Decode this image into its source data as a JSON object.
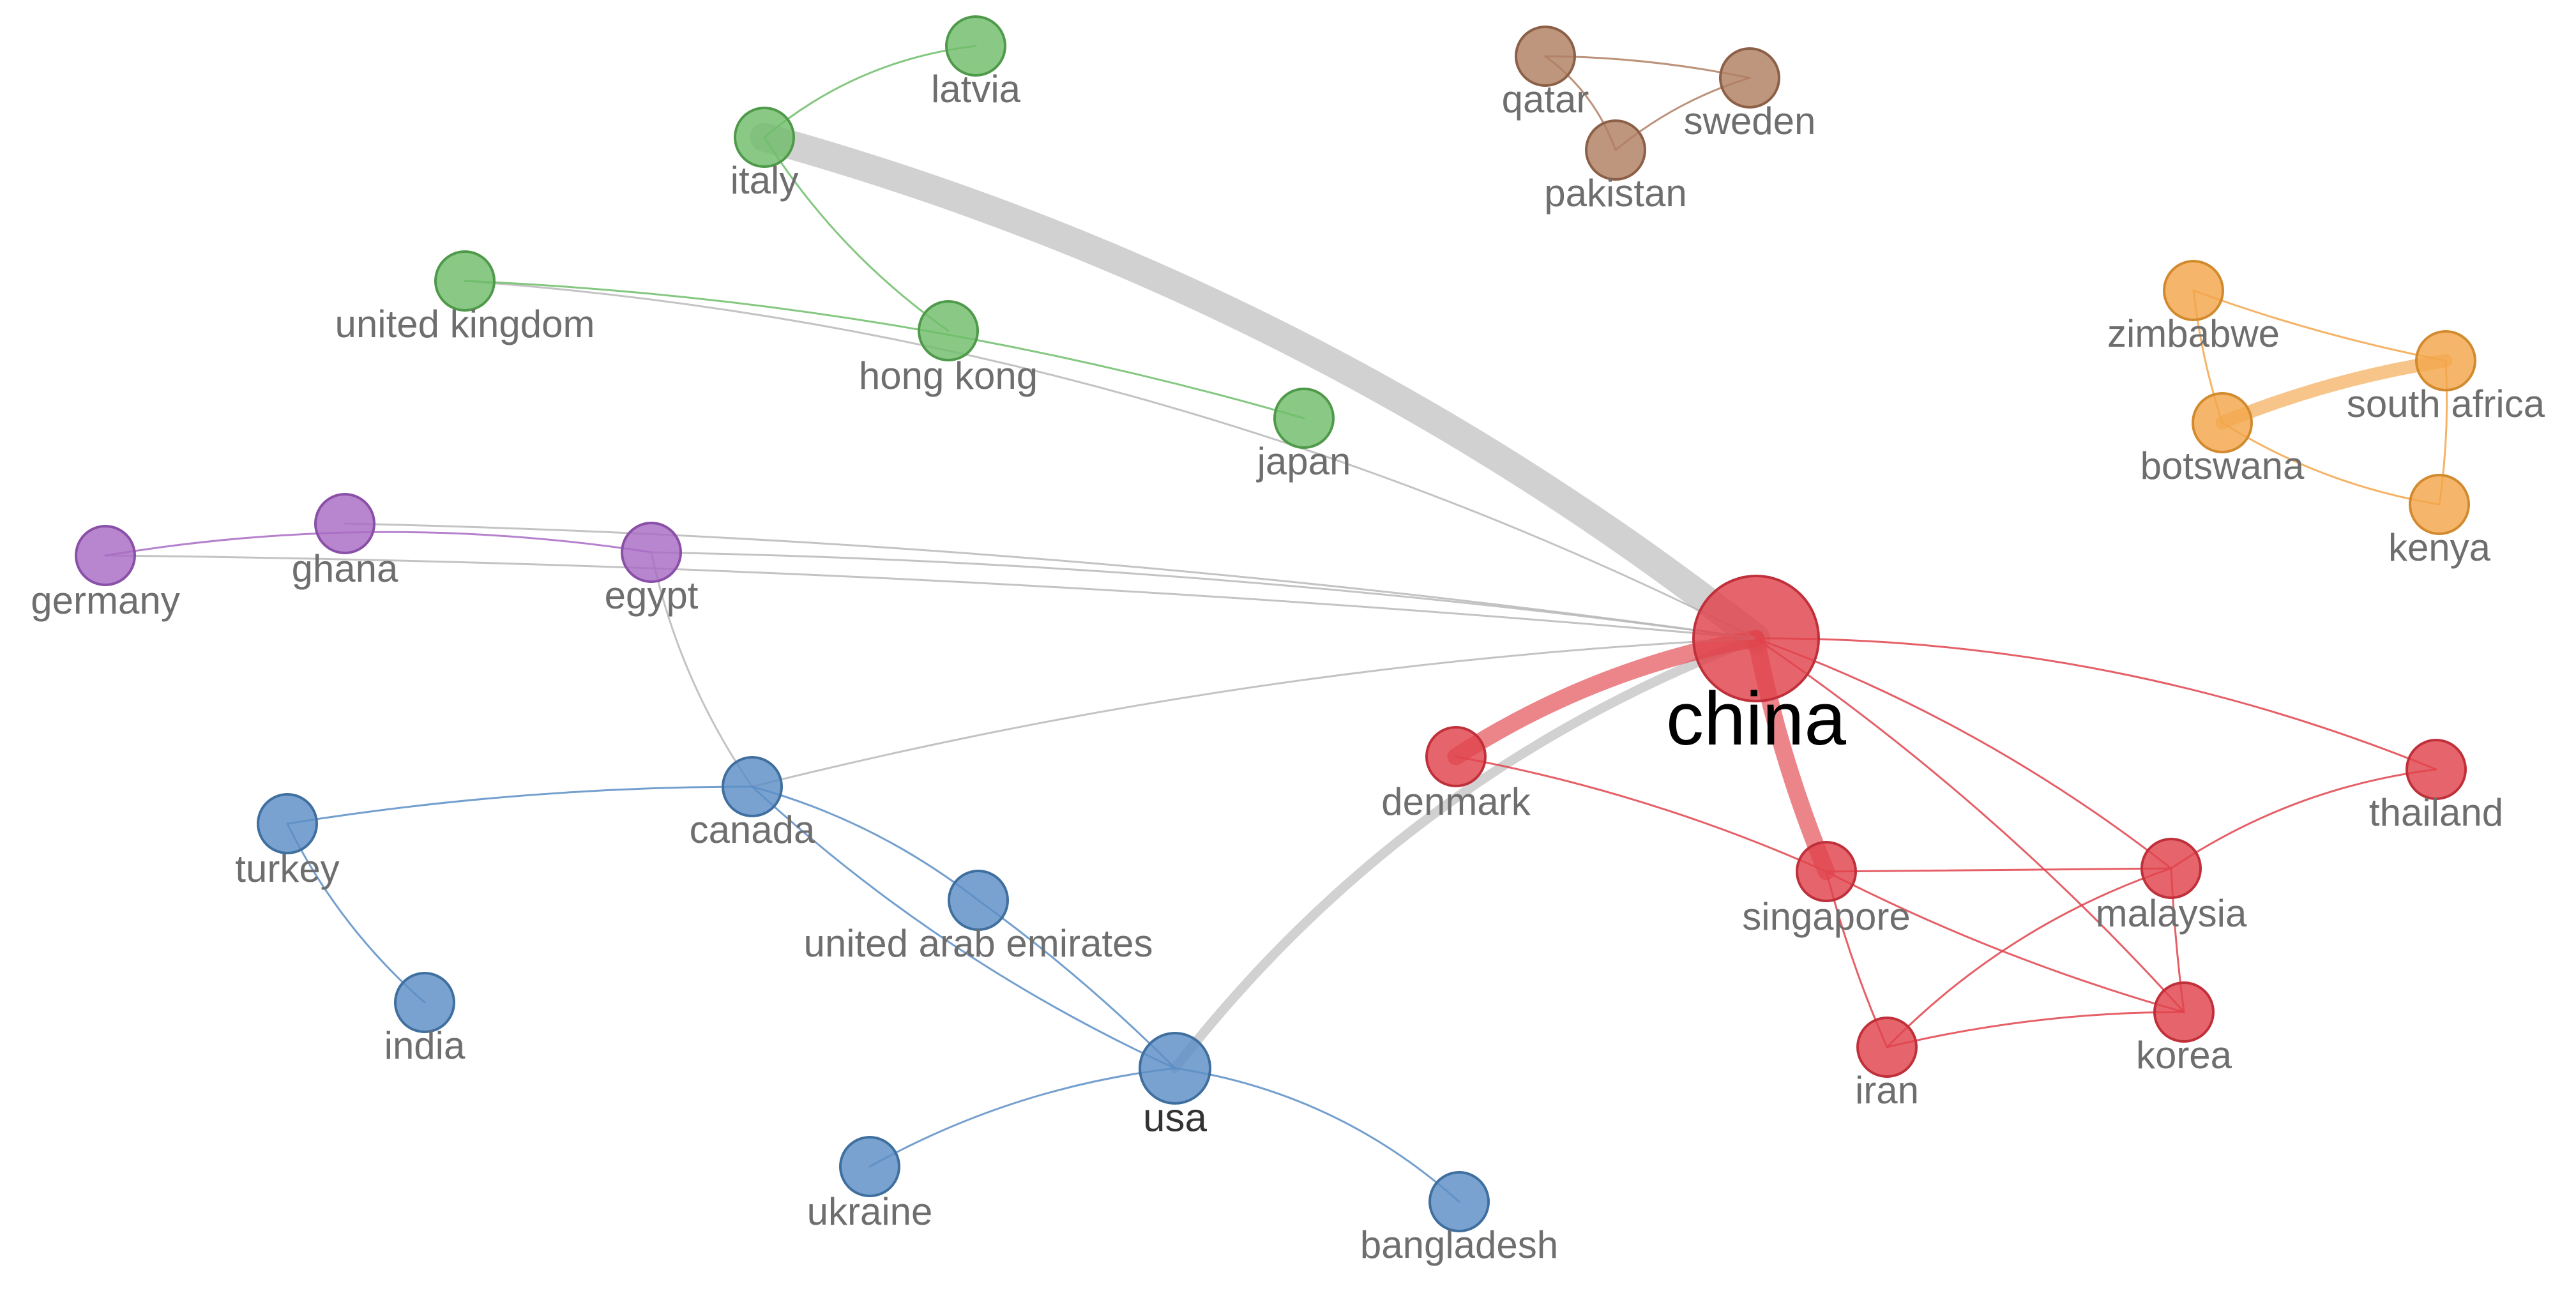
{
  "diagram": {
    "type": "co-authorship-network",
    "clusters": [
      {
        "id": "red",
        "color": "#e0434c",
        "stroke": "#c0303a"
      },
      {
        "id": "green",
        "color": "#6fbd6a",
        "stroke": "#4f9a4a"
      },
      {
        "id": "blue",
        "color": "#5b8ec6",
        "stroke": "#3f6f9f"
      },
      {
        "id": "purple",
        "color": "#a86bc4",
        "stroke": "#8a4fa6"
      },
      {
        "id": "brown",
        "color": "#b07f62",
        "stroke": "#8c6047"
      },
      {
        "id": "orange",
        "color": "#f3a64b",
        "stroke": "#d28a2e"
      }
    ],
    "nodes": [
      {
        "id": "china",
        "label": "china",
        "cluster": "red",
        "weight": 5
      },
      {
        "id": "denmark",
        "label": "denmark",
        "cluster": "red",
        "weight": 1
      },
      {
        "id": "singapore",
        "label": "singapore",
        "cluster": "red",
        "weight": 1
      },
      {
        "id": "malaysia",
        "label": "malaysia",
        "cluster": "red",
        "weight": 1
      },
      {
        "id": "thailand",
        "label": "thailand",
        "cluster": "red",
        "weight": 1
      },
      {
        "id": "korea",
        "label": "korea",
        "cluster": "red",
        "weight": 1
      },
      {
        "id": "iran",
        "label": "iran",
        "cluster": "red",
        "weight": 1
      },
      {
        "id": "italy",
        "label": "italy",
        "cluster": "green",
        "weight": 1
      },
      {
        "id": "latvia",
        "label": "latvia",
        "cluster": "green",
        "weight": 1
      },
      {
        "id": "united_kingdom",
        "label": "united kingdom",
        "cluster": "green",
        "weight": 1
      },
      {
        "id": "hong_kong",
        "label": "hong kong",
        "cluster": "green",
        "weight": 1
      },
      {
        "id": "japan",
        "label": "japan",
        "cluster": "green",
        "weight": 1
      },
      {
        "id": "germany",
        "label": "germany",
        "cluster": "purple",
        "weight": 1
      },
      {
        "id": "ghana",
        "label": "ghana",
        "cluster": "purple",
        "weight": 1
      },
      {
        "id": "egypt",
        "label": "egypt",
        "cluster": "purple",
        "weight": 1
      },
      {
        "id": "turkey",
        "label": "turkey",
        "cluster": "blue",
        "weight": 1
      },
      {
        "id": "canada",
        "label": "canada",
        "cluster": "blue",
        "weight": 1
      },
      {
        "id": "uae",
        "label": "united arab emirates",
        "cluster": "blue",
        "weight": 1
      },
      {
        "id": "india",
        "label": "india",
        "cluster": "blue",
        "weight": 1
      },
      {
        "id": "usa",
        "label": "usa",
        "cluster": "blue",
        "weight": 1.2,
        "emphasis": true
      },
      {
        "id": "ukraine",
        "label": "ukraine",
        "cluster": "blue",
        "weight": 1
      },
      {
        "id": "bangladesh",
        "label": "bangladesh",
        "cluster": "blue",
        "weight": 1
      },
      {
        "id": "qatar",
        "label": "qatar",
        "cluster": "brown",
        "weight": 1
      },
      {
        "id": "sweden",
        "label": "sweden",
        "cluster": "brown",
        "weight": 1
      },
      {
        "id": "pakistan",
        "label": "pakistan",
        "cluster": "brown",
        "weight": 1
      },
      {
        "id": "zimbabwe",
        "label": "zimbabwe",
        "cluster": "orange",
        "weight": 1
      },
      {
        "id": "south_africa",
        "label": "south africa",
        "cluster": "orange",
        "weight": 1
      },
      {
        "id": "botswana",
        "label": "botswana",
        "cluster": "orange",
        "weight": 1
      },
      {
        "id": "kenya",
        "label": "kenya",
        "cluster": "orange",
        "weight": 1
      }
    ],
    "edges": [
      {
        "source": "china",
        "target": "italy",
        "strength": 8,
        "cluster": "gray"
      },
      {
        "source": "china",
        "target": "usa",
        "strength": 3,
        "cluster": "gray"
      },
      {
        "source": "china",
        "target": "denmark",
        "strength": 5,
        "cluster": "red"
      },
      {
        "source": "china",
        "target": "singapore",
        "strength": 5,
        "cluster": "red"
      },
      {
        "source": "china",
        "target": "united_kingdom",
        "strength": 1,
        "cluster": "gray"
      },
      {
        "source": "china",
        "target": "egypt",
        "strength": 1,
        "cluster": "gray"
      },
      {
        "source": "china",
        "target": "ghana",
        "strength": 1,
        "cluster": "gray"
      },
      {
        "source": "china",
        "target": "germany",
        "strength": 1,
        "cluster": "gray"
      },
      {
        "source": "china",
        "target": "canada",
        "strength": 1,
        "cluster": "gray"
      },
      {
        "source": "china",
        "target": "thailand",
        "strength": 1,
        "cluster": "red"
      },
      {
        "source": "china",
        "target": "malaysia",
        "strength": 1,
        "cluster": "red"
      },
      {
        "source": "china",
        "target": "korea",
        "strength": 1,
        "cluster": "red"
      },
      {
        "source": "denmark",
        "target": "singapore",
        "strength": 1,
        "cluster": "red"
      },
      {
        "source": "singapore",
        "target": "malaysia",
        "strength": 1,
        "cluster": "red"
      },
      {
        "source": "singapore",
        "target": "korea",
        "strength": 1,
        "cluster": "red"
      },
      {
        "source": "singapore",
        "target": "iran",
        "strength": 1,
        "cluster": "red"
      },
      {
        "source": "malaysia",
        "target": "thailand",
        "strength": 1,
        "cluster": "red"
      },
      {
        "source": "malaysia",
        "target": "iran",
        "strength": 1,
        "cluster": "red"
      },
      {
        "source": "malaysia",
        "target": "korea",
        "strength": 1,
        "cluster": "red"
      },
      {
        "source": "korea",
        "target": "iran",
        "strength": 1,
        "cluster": "red"
      },
      {
        "source": "italy",
        "target": "latvia",
        "strength": 1,
        "cluster": "green"
      },
      {
        "source": "italy",
        "target": "hong_kong",
        "strength": 1,
        "cluster": "green"
      },
      {
        "source": "united_kingdom",
        "target": "japan",
        "strength": 1,
        "cluster": "green"
      },
      {
        "source": "germany",
        "target": "egypt",
        "strength": 1,
        "cluster": "purple"
      },
      {
        "source": "egypt",
        "target": "canada",
        "strength": 1,
        "cluster": "gray"
      },
      {
        "source": "turkey",
        "target": "canada",
        "strength": 1,
        "cluster": "blue"
      },
      {
        "source": "turkey",
        "target": "india",
        "strength": 1,
        "cluster": "blue"
      },
      {
        "source": "canada",
        "target": "usa",
        "strength": 1,
        "cluster": "blue"
      },
      {
        "source": "canada",
        "target": "uae",
        "strength": 1,
        "cluster": "blue"
      },
      {
        "source": "uae",
        "target": "usa",
        "strength": 1,
        "cluster": "blue"
      },
      {
        "source": "usa",
        "target": "ukraine",
        "strength": 1,
        "cluster": "blue"
      },
      {
        "source": "usa",
        "target": "bangladesh",
        "strength": 1,
        "cluster": "blue"
      },
      {
        "source": "qatar",
        "target": "sweden",
        "strength": 1,
        "cluster": "brown"
      },
      {
        "source": "qatar",
        "target": "pakistan",
        "strength": 1,
        "cluster": "brown"
      },
      {
        "source": "pakistan",
        "target": "sweden",
        "strength": 1,
        "cluster": "brown"
      },
      {
        "source": "zimbabwe",
        "target": "botswana",
        "strength": 1,
        "cluster": "orange"
      },
      {
        "source": "zimbabwe",
        "target": "south_africa",
        "strength": 1,
        "cluster": "orange"
      },
      {
        "source": "botswana",
        "target": "south_africa",
        "strength": 4,
        "cluster": "orange"
      },
      {
        "source": "botswana",
        "target": "kenya",
        "strength": 1,
        "cluster": "orange"
      },
      {
        "source": "south_africa",
        "target": "kenya",
        "strength": 1,
        "cluster": "orange"
      }
    ]
  }
}
